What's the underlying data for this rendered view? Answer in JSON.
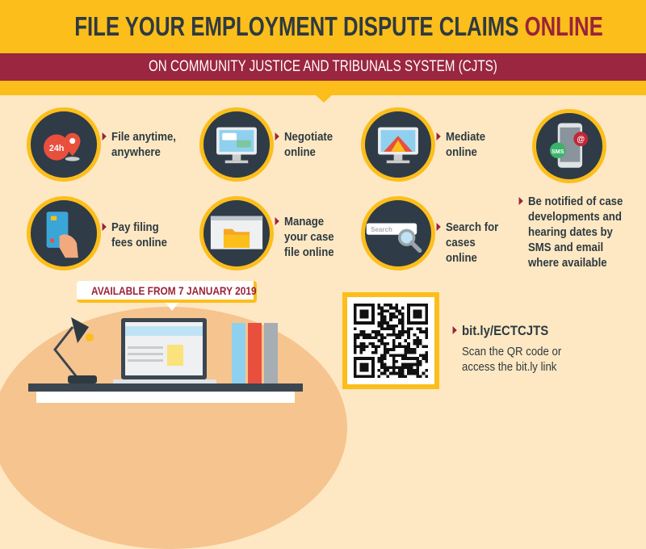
{
  "header": {
    "title": "FILE YOUR EMPLOYMENT DISPUTE CLAIMS",
    "title_highlight": "ONLINE",
    "subtitle": "ON COMMUNITY JUSTICE AND TRIBUNALS SYSTEM (CJTS)"
  },
  "features": [
    {
      "label": "File anytime, anywhere",
      "icon": "clock-location-icon",
      "badge": "24h"
    },
    {
      "label": "Negotiate online",
      "icon": "monitor-chat-icon"
    },
    {
      "label": "Mediate online",
      "icon": "monitor-mediation-icon"
    },
    {
      "label": "Be notified of case developments and hearing dates by SMS and email where available",
      "icon": "phone-notification-icon",
      "badge_sms": "SMS",
      "badge_email": "@"
    },
    {
      "label": "Pay filing fees online",
      "icon": "credit-card-icon"
    },
    {
      "label": "Manage your case file online",
      "icon": "folder-browser-icon"
    },
    {
      "label": "Search for cases online",
      "icon": "search-bar-icon",
      "search_placeholder": "Search"
    }
  ],
  "availability": "AVAILABLE FROM 7 JANUARY 2019",
  "link": {
    "url": "bit.ly/ECTCJTS",
    "instruction": "Scan the QR code or access the bit.ly link"
  },
  "colors": {
    "yellow": "#fcbe1b",
    "maroon": "#9b2640",
    "dark": "#2e3a40",
    "cream": "#fde8c3"
  }
}
